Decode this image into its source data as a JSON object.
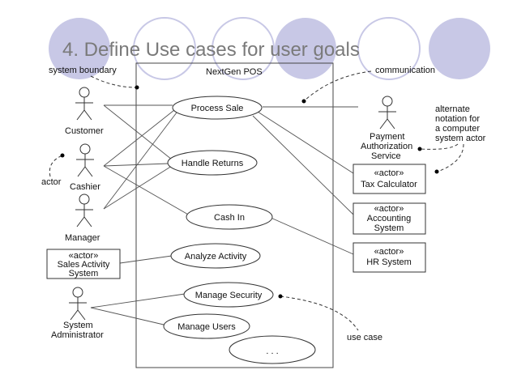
{
  "slide": {
    "title": "4. Define Use cases for user goals",
    "accent_color": "#c8c8e6"
  },
  "system": {
    "name": "NextGen POS"
  },
  "actors": {
    "customer": "Customer",
    "cashier": "Cashier",
    "manager": "Manager",
    "sysadmin_line1": "System",
    "sysadmin_line2": "Administrator",
    "payment_line1": "Payment",
    "payment_line2": "Authorization",
    "payment_line3": "Service"
  },
  "use_cases": {
    "process_sale": "Process Sale",
    "handle_returns": "Handle Returns",
    "cash_in": "Cash In",
    "analyze_activity": "Analyze Activity",
    "manage_security": "Manage Security",
    "manage_users": "Manage Users",
    "more": ". . ."
  },
  "actor_boxes": {
    "stereotype": "«actor»",
    "tax": "Tax Calculator",
    "accounting_line1": "Accounting",
    "accounting_line2": "System",
    "hr": "HR System",
    "sales_line1": "Sales Activity",
    "sales_line2": "System"
  },
  "annotations": {
    "system_boundary": "system boundary",
    "communication": "communication",
    "actor": "actor",
    "alt_line1": "alternate",
    "alt_line2": "notation for",
    "alt_line3": "a computer",
    "alt_line4": "system actor",
    "use_case": "use case"
  }
}
